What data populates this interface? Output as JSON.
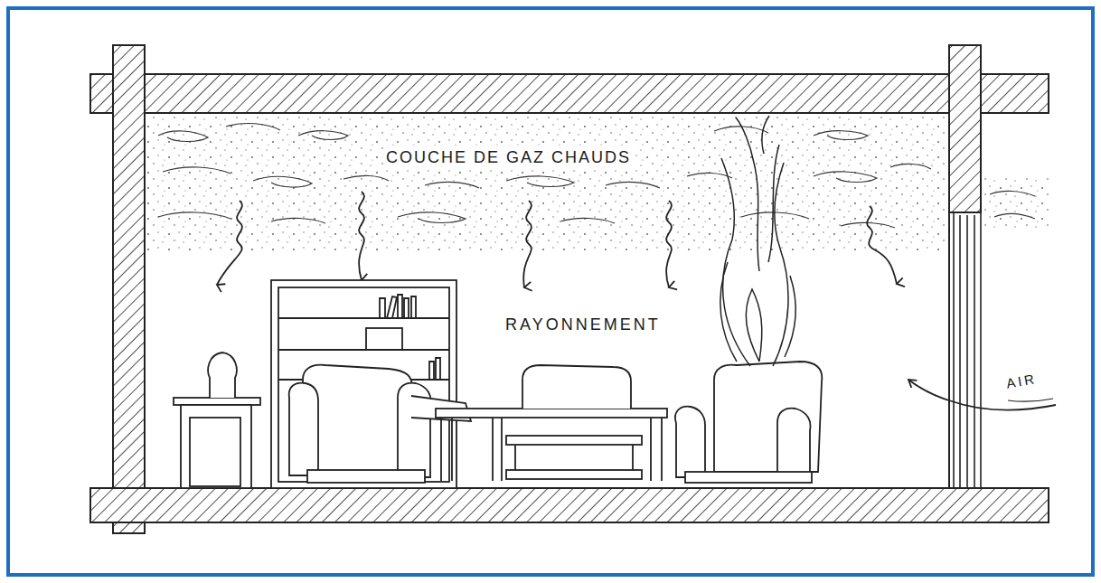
{
  "diagram": {
    "labels": [
      "COUCHE DE GAZ CHAUDS",
      "RAYONNEMENT",
      "AIR"
    ]
  }
}
